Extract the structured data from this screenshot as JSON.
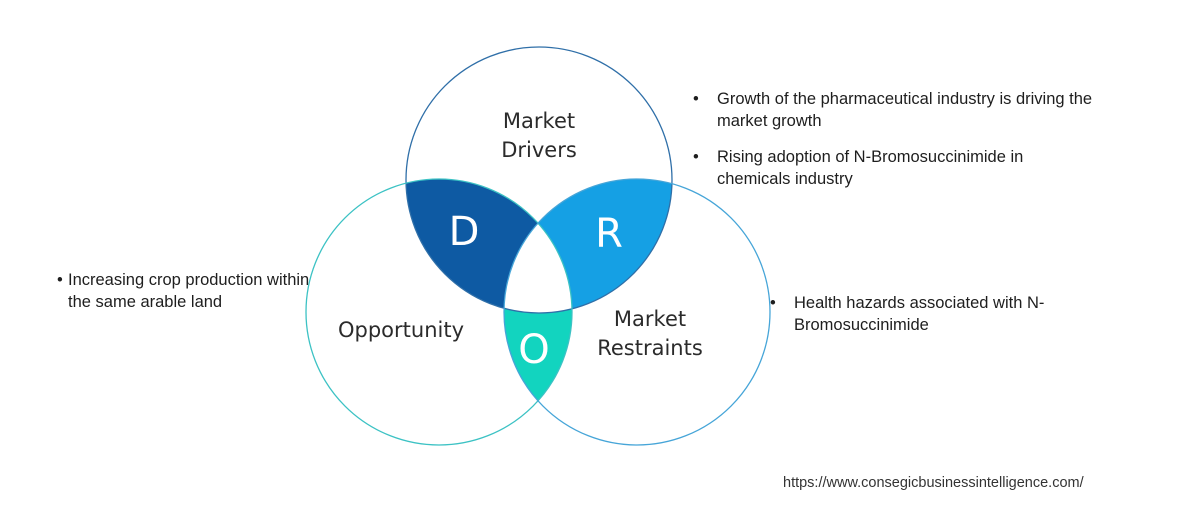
{
  "diagram": {
    "circles": {
      "drivers": {
        "label_lines": [
          "Market",
          "Drivers"
        ],
        "outline": "#2f6fa8"
      },
      "opportunity": {
        "label_lines": [
          "Opportunity"
        ],
        "outline": "#3cc2c4"
      },
      "restraints": {
        "label_lines": [
          "Market",
          "Restraints"
        ],
        "outline": "#46a5d8"
      }
    },
    "segments": {
      "D": {
        "letter": "D",
        "color": "#0e5aa3"
      },
      "R": {
        "letter": "R",
        "color": "#15a0e4"
      },
      "O": {
        "letter": "O",
        "color": "#12d4bf"
      }
    }
  },
  "drivers": [
    "Growth of the pharmaceutical industry is driving the market growth",
    "Rising adoption of N-Bromosuccinimide in chemicals industry"
  ],
  "restraints": [
    "Health hazards associated with N-Bromosuccinimide"
  ],
  "opportunities": [
    "Increasing crop production within the same arable land"
  ],
  "source_url": "https://www.consegicbusinessintelligence.com/"
}
